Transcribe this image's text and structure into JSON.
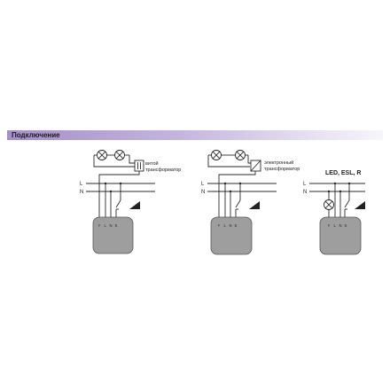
{
  "section": {
    "title": "Подключение",
    "accent_color": "#a58fc9"
  },
  "diagrams": [
    {
      "id": "wound-transformer",
      "line_labels": {
        "L": "L",
        "N": "N"
      },
      "transformer_label_line1": "витой",
      "transformer_label_line2": "трансформатор",
      "terminal_labels": [
        "Y",
        "L",
        "N",
        "S"
      ],
      "lamps": 2,
      "icons": [
        "lamp-icon",
        "wound-transformer-icon",
        "switch-icon",
        "dimmer-ramp-icon"
      ]
    },
    {
      "id": "electronic-transformer",
      "line_labels": {
        "L": "L",
        "N": "N"
      },
      "transformer_label_line1": "электронный",
      "transformer_label_line2": "трансформатор",
      "terminal_labels": [
        "Y",
        "L",
        "N",
        "S"
      ],
      "lamps": 2,
      "icons": [
        "lamp-icon",
        "electronic-transformer-icon",
        "switch-icon",
        "dimmer-ramp-icon"
      ]
    },
    {
      "id": "led-esl-r",
      "line_labels": {
        "L": "L",
        "N": "N"
      },
      "load_label": "LED, ESL, R",
      "terminal_labels": [
        "Y",
        "L",
        "N",
        "S"
      ],
      "lamps": 1,
      "icons": [
        "lamp-icon",
        "switch-icon",
        "dimmer-ramp-icon"
      ]
    }
  ]
}
